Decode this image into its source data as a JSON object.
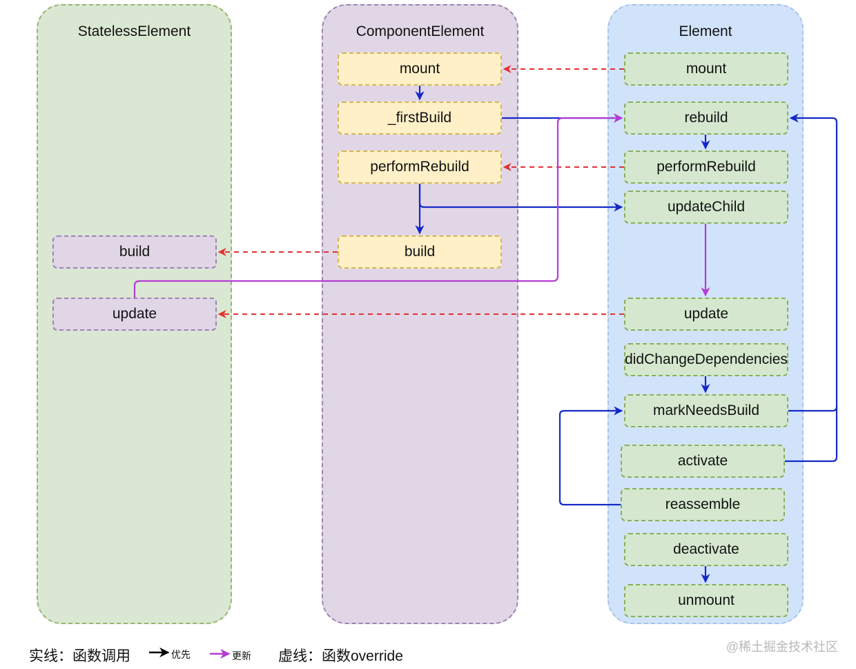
{
  "lanes": {
    "stateless": "StatelessElement",
    "component": "ComponentElement",
    "element": "Element"
  },
  "stateless_nodes": {
    "build": "build",
    "update": "update"
  },
  "component_nodes": {
    "mount": "mount",
    "first_build": "_firstBuild",
    "perform_rebuild": "performRebuild",
    "build": "build"
  },
  "element_nodes": {
    "mount": "mount",
    "rebuild": "rebuild",
    "perform_rebuild": "performRebuild",
    "update_child": "updateChild",
    "update": "update",
    "did_change_dependencies": "didChangeDependencies",
    "mark_needs_build": "markNeedsBuild",
    "activate": "activate",
    "reassemble": "reassemble",
    "deactivate": "deactivate",
    "unmount": "unmount"
  },
  "legend": {
    "solid_line": "实线：函数调用",
    "priority": "优先",
    "update": "更新",
    "dashed_line": "虚线：函数override"
  },
  "watermark": "@稀土掘金技术社区",
  "colors": {
    "call_edge": "#1428c8",
    "update_edge": "#b43cd2",
    "override_edge": "#e03030",
    "legend_priority": "#000000"
  }
}
